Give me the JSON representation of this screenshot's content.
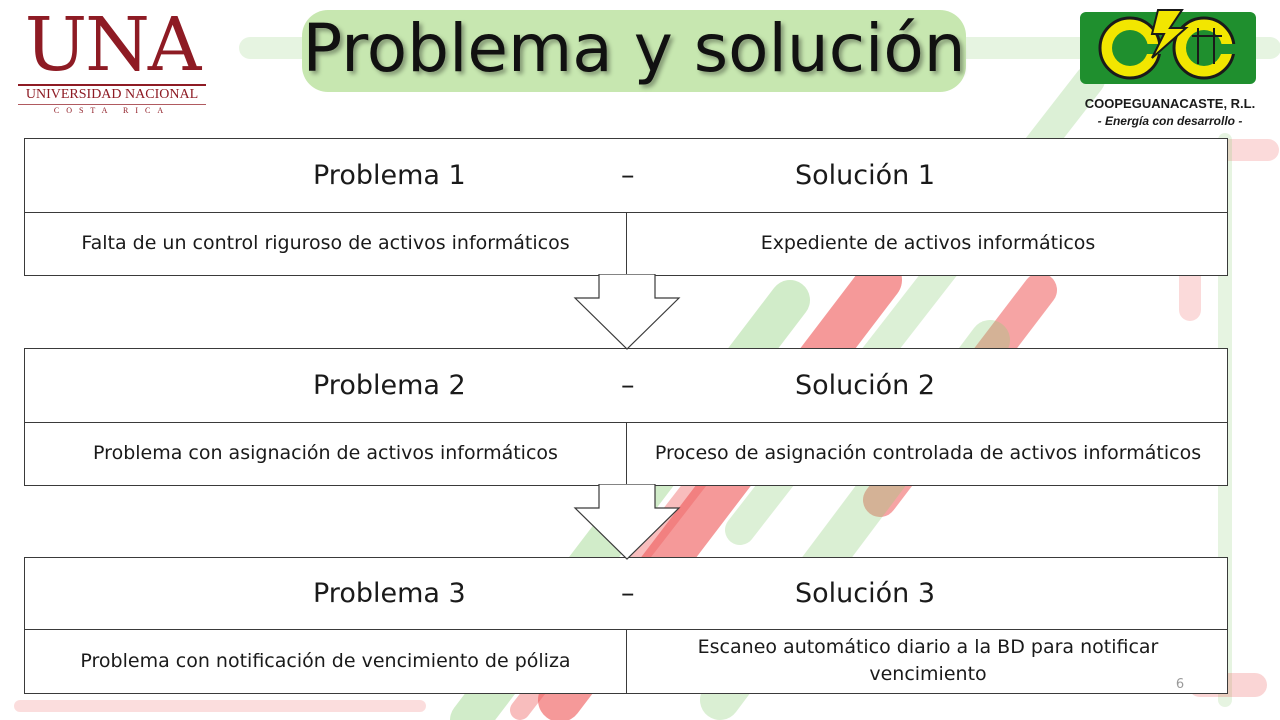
{
  "title": "Problema y solución",
  "logos": {
    "una": {
      "name": "UNA",
      "line1": "UNIVERSIDAD NACIONAL",
      "line2": "COSTA RICA"
    },
    "coopeguanacaste": {
      "name": "COOPEGUANACASTE, R.L.",
      "slogan": "- Energía con desarrollo -",
      "icon": "cg-cooperative-logo"
    }
  },
  "blocks": [
    {
      "problem_title": "Problema 1",
      "dash": "–",
      "solution_title": "Solución 1",
      "problem": "Falta de un control riguroso de activos informáticos",
      "solution": "Expediente de activos informáticos"
    },
    {
      "problem_title": "Problema 2",
      "dash": "–",
      "solution_title": "Solución 2",
      "problem": "Problema con asignación de activos informáticos",
      "solution": "Proceso de asignación controlada de activos informáticos"
    },
    {
      "problem_title": "Problema 3",
      "dash": "–",
      "solution_title": "Solución 3",
      "problem": "Problema con notificación de vencimiento de póliza",
      "solution": "Escaneo automático diario a la BD para notificar vencimiento"
    }
  ],
  "page_number": "6",
  "colors": {
    "una_red": "#8e1b24",
    "title_pill": "#c7e7b0",
    "stripe_red": "#ef5b5b",
    "stripe_green": "#8fd07a",
    "coop_yellow": "#f2e600",
    "coop_green": "#1f8f2e"
  }
}
